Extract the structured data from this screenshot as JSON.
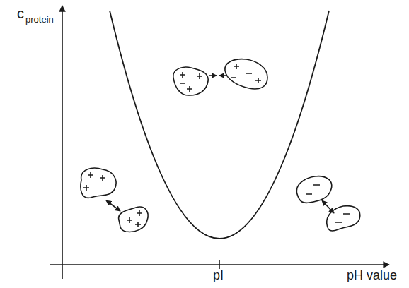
{
  "diagram": {
    "labels": [
      "c",
      "protein",
      "pI",
      "pH value"
    ]
  }
}
